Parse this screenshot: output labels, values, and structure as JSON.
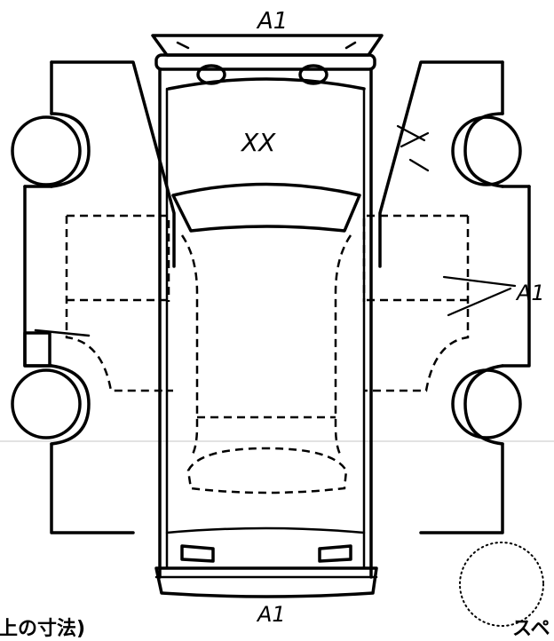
{
  "annotations": {
    "top_rear": "A1",
    "bottom_front": "A1",
    "hood": "XX",
    "right_door": "A1"
  },
  "footer": {
    "left_fragment": "上の寸法)",
    "right_fragment": "スペ"
  }
}
